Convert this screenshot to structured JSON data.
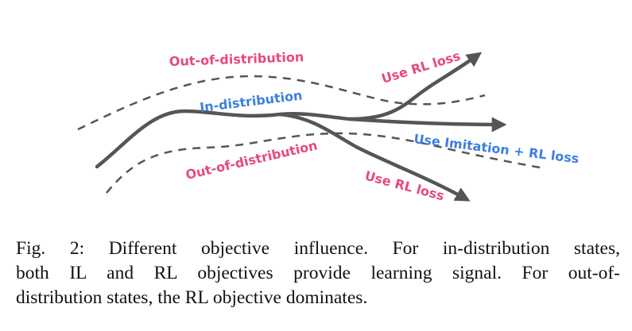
{
  "labels": {
    "ood_top": "Out-of-distribution",
    "in_dist": "In-distribution",
    "ood_bottom": "Out-of-distribution",
    "rl_upper": "Use RL loss",
    "il_rl": "Use Imitation + RL loss",
    "rl_lower": "Use RL loss"
  },
  "caption": {
    "line1": "Fig. 2: Different objective influence. For in-distribution states,",
    "line2": "both IL and RL objectives provide learning signal. For out-of-",
    "line3": "distribution states, the RL objective dominates."
  },
  "colors": {
    "trajectory": "#555555",
    "ood_label": "#e6497f",
    "in_label": "#3d7fe0"
  }
}
